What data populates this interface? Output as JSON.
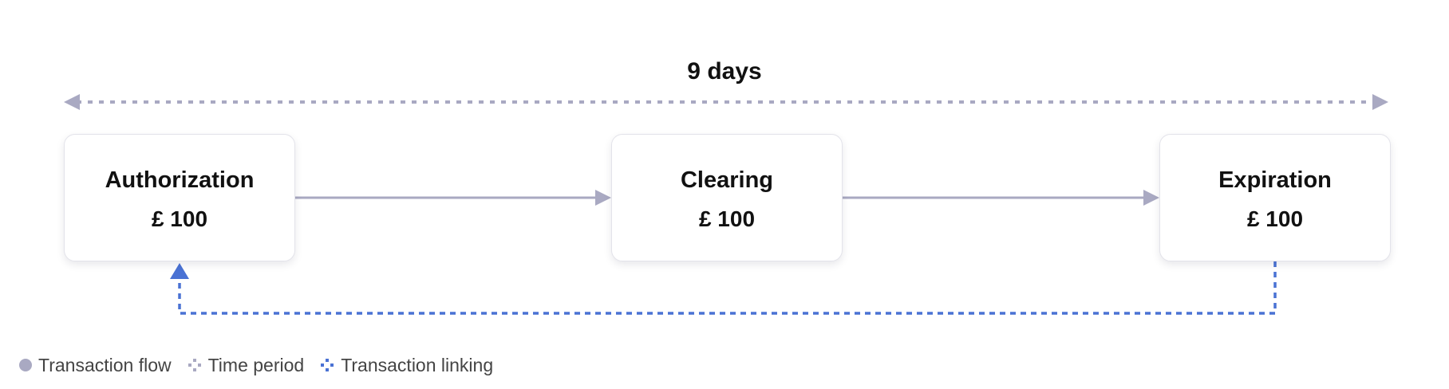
{
  "time_period": {
    "label": "9 days"
  },
  "nodes": [
    {
      "title": "Authorization",
      "amount": "£ 100"
    },
    {
      "title": "Clearing",
      "amount": "£ 100"
    },
    {
      "title": "Expiration",
      "amount": "£ 100"
    }
  ],
  "colors": {
    "transaction_flow": "#a9a9c2",
    "time_period": "#a9a9c2",
    "transaction_linking": "#4a72d4"
  },
  "legend": [
    {
      "label": "Transaction flow",
      "icon": "solid-dot-icon"
    },
    {
      "label": "Time period",
      "icon": "dotted-cross-icon"
    },
    {
      "label": "Transaction linking",
      "icon": "dotted-cross-blue-icon"
    }
  ]
}
